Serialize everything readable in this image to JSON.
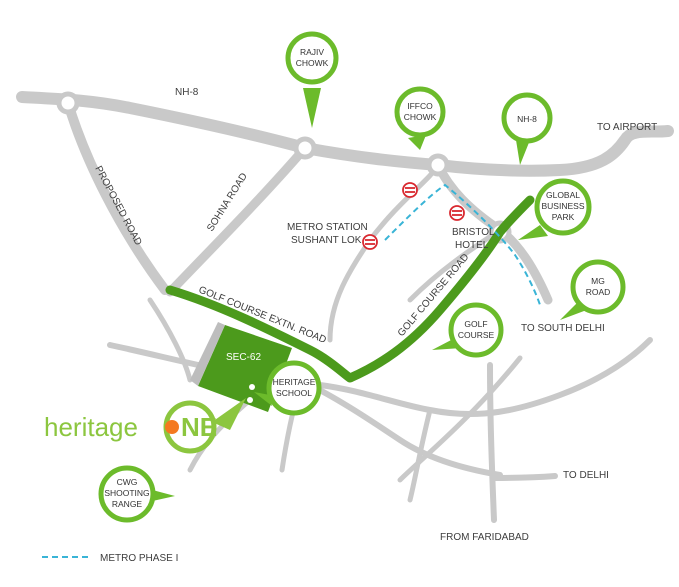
{
  "colors": {
    "road": "#c9c9c9",
    "highlight_road": "#4c9a1c",
    "bubble_ring": "#6cbb2b",
    "metro_line": "#39b4d6",
    "metro_icon": "#d9282f",
    "logo_green": "#8cc63f",
    "logo_orange": "#f47920"
  },
  "road_labels": {
    "nh8_west": "NH-8",
    "to_airport": "TO AIRPORT",
    "proposed_road": "PROPOSED ROAD",
    "sohna_road": "SOHNA ROAD",
    "golf_course_extn_road": "GOLF COURSE EXTN. ROAD",
    "golf_course_road": "GOLF COURSE ROAD",
    "to_south_delhi": "TO SOUTH DELHI",
    "to_delhi": "TO DELHI",
    "from_faridabad": "FROM FARIDABAD"
  },
  "places": {
    "metro_station_line1": "METRO STATION",
    "metro_station_line2": "SUSHANT LOK",
    "bristol_line1": "BRISTOL",
    "bristol_line2": "HOTEL",
    "sec62": "SEC-62",
    "heritage_school_line1": "HERITAGE",
    "heritage_school_line2": "SCHOOL"
  },
  "bubbles": {
    "rajiv_chowk": [
      "RAJIV",
      "CHOWK"
    ],
    "iffco_chowk": [
      "IFFCO",
      "CHOWK"
    ],
    "nh8": [
      "NH-8"
    ],
    "global_business_park": [
      "GLOBAL",
      "BUSINESS",
      "PARK"
    ],
    "mg_road": [
      "MG",
      "ROAD"
    ],
    "golf_course": [
      "GOLF",
      "COURSE"
    ],
    "cwg": [
      "CWG",
      "SHOOTING",
      "RANGE"
    ]
  },
  "logo": {
    "word": "heritage",
    "suffix": "NE"
  },
  "legend": {
    "metro_phase": "METRO PHASE I"
  }
}
